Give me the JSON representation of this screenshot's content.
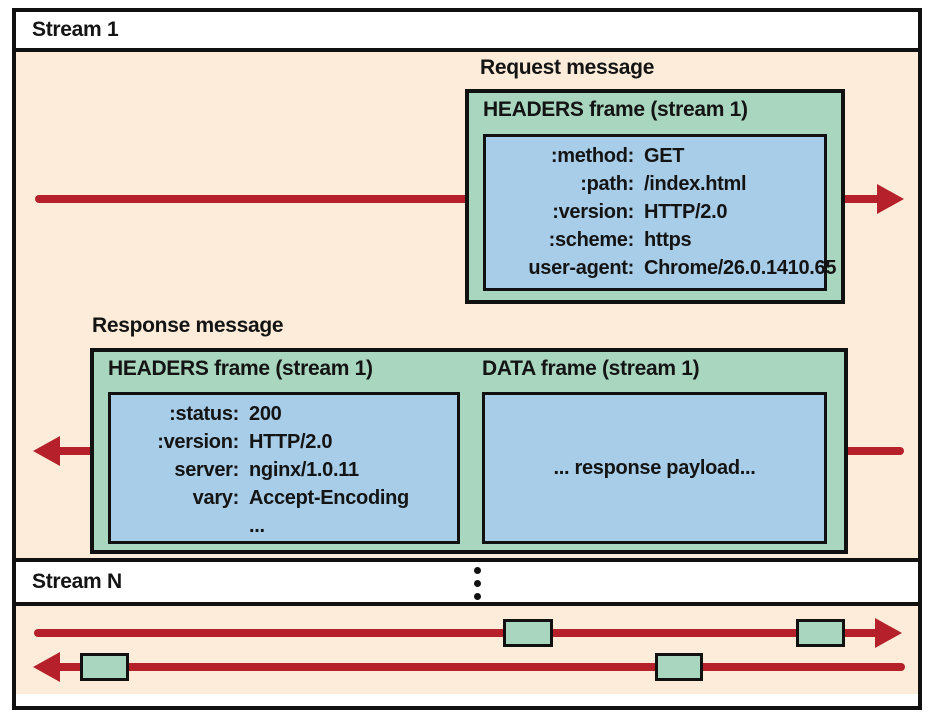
{
  "colors": {
    "peach": "#fcecd9",
    "green": "#a9d6bf",
    "blue": "#a8cde8",
    "red": "#b5202a",
    "outline": "#111111"
  },
  "stream1": {
    "label": "Stream 1",
    "request": {
      "message_label": "Request message",
      "frame_title": "HEADERS frame (stream 1)",
      "headers": [
        {
          "key": ":method:",
          "value": "GET"
        },
        {
          "key": ":path:",
          "value": "/index.html"
        },
        {
          "key": ":version:",
          "value": "HTTP/2.0"
        },
        {
          "key": ":scheme:",
          "value": "https"
        },
        {
          "key": "user-agent:",
          "value": "Chrome/26.0.1410.65"
        }
      ]
    },
    "response": {
      "message_label": "Response message",
      "headers_frame": {
        "title": "HEADERS frame (stream 1)",
        "headers": [
          {
            "key": ":status:",
            "value": "200"
          },
          {
            "key": ":version:",
            "value": "HTTP/2.0"
          },
          {
            "key": "server:",
            "value": "nginx/1.0.11"
          },
          {
            "key": "vary:",
            "value": "Accept-Encoding"
          },
          {
            "key": "",
            "value": "..."
          }
        ]
      },
      "data_frame": {
        "title": "DATA frame (stream 1)",
        "payload_label": "... response payload..."
      }
    }
  },
  "streamN": {
    "label": "Stream N",
    "ellipsis_icon": "vertical-ellipsis"
  }
}
